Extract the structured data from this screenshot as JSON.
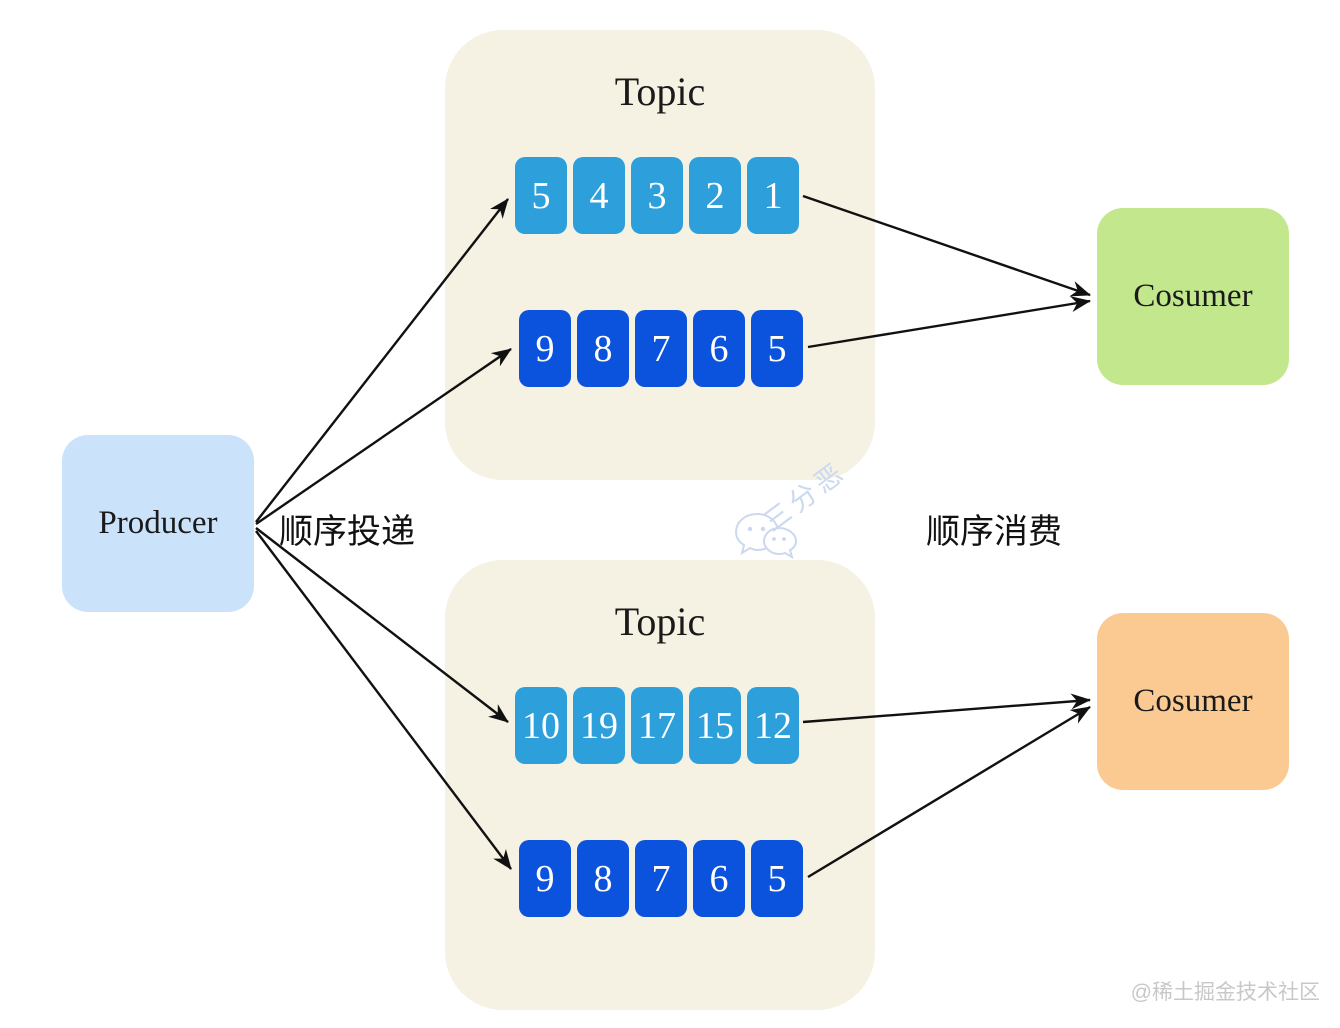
{
  "producer": {
    "label": "Producer"
  },
  "labels": {
    "delivery": "顺序投递",
    "consumption": "顺序消费"
  },
  "topics": [
    {
      "title": "Topic",
      "partitions": [
        {
          "cells": [
            "5",
            "4",
            "3",
            "2",
            "1"
          ]
        },
        {
          "cells": [
            "9",
            "8",
            "7",
            "6",
            "5"
          ]
        }
      ]
    },
    {
      "title": "Topic",
      "partitions": [
        {
          "cells": [
            "10",
            "19",
            "17",
            "15",
            "12"
          ]
        },
        {
          "cells": [
            "9",
            "8",
            "7",
            "6",
            "5"
          ]
        }
      ]
    }
  ],
  "consumers": [
    {
      "label": "Cosumer"
    },
    {
      "label": "Cosumer"
    }
  ],
  "watermark": {
    "text": "三分恶"
  },
  "footer": {
    "credit": "@稀土掘金技术社区"
  },
  "colors": {
    "partition_light_blue": "#2D9FDB",
    "partition_dark_blue": "#0B52DD",
    "topic_background": "#F5F1E3",
    "producer_background": "#CAE2FA",
    "consumer_green": "#C3E78C",
    "consumer_orange": "#FBCA92",
    "arrow": "#111111",
    "watermark_blue": "#CBD8EF",
    "credit_gray": "#C8C8C8"
  }
}
